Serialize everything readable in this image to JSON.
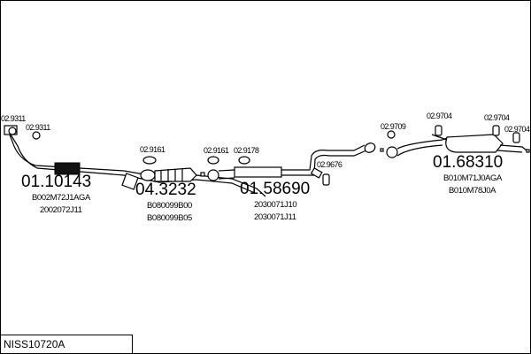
{
  "diagram_code": "NISS10720A",
  "assemblies": [
    {
      "part_no": "01.10143",
      "refs": [
        "B002M72J1AGA",
        "2002072J11"
      ]
    },
    {
      "part_no": "04.3232",
      "refs": [
        "B080099B00",
        "B080099B05"
      ]
    },
    {
      "part_no": "01.58690",
      "refs": [
        "2030071J10",
        "2030071J11"
      ]
    },
    {
      "part_no": "01.68310",
      "refs": [
        "B010M71J0AGA",
        "B010M78J0A"
      ]
    }
  ],
  "fittings": [
    "02.9311",
    "02.9311",
    "02.9161",
    "02.9161",
    "02.9178",
    "02.9676",
    "02.9709",
    "02.9704",
    "02.9704",
    "02.9704"
  ]
}
